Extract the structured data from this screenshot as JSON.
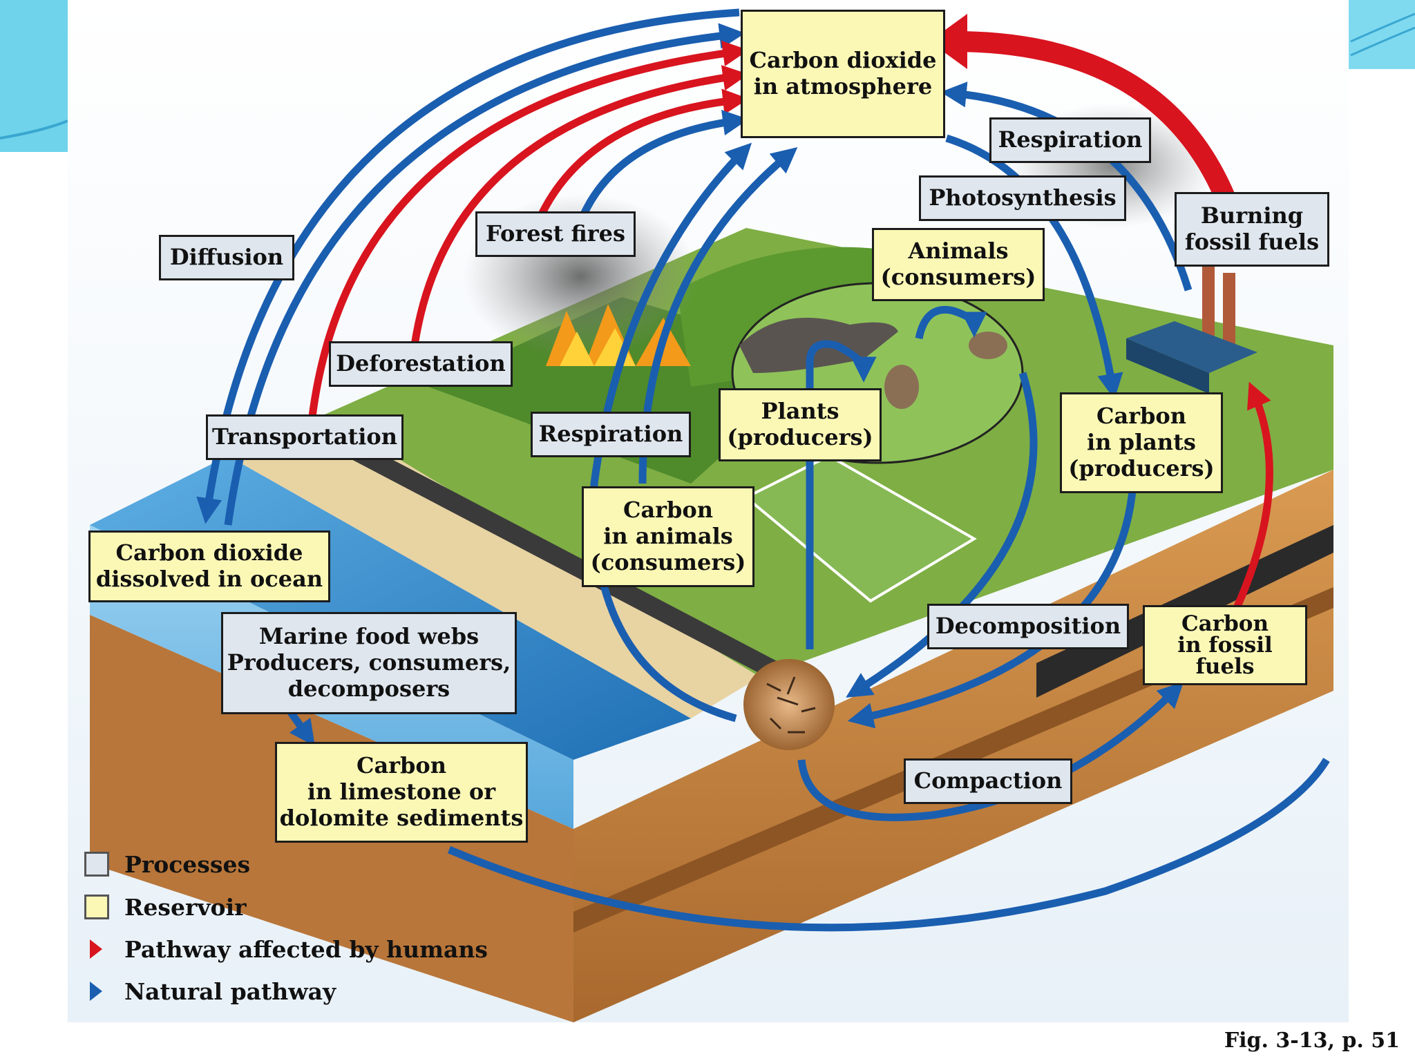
{
  "colors": {
    "process_fill": "#dfe6ee",
    "reservoir_fill": "#fbf8b6",
    "human_pathway": "#d8141f",
    "natural_pathway": "#1a5eb0",
    "ocean": "#2f86c8",
    "soil": "#c98a45",
    "grass": "#6ea33a"
  },
  "reservoirs": {
    "co2_atmosphere": "Carbon dioxide\nin atmosphere",
    "co2_ocean": "Carbon dioxide\ndissolved in ocean",
    "limestone": "Carbon\nin limestone or\ndolomite sediments",
    "animals_consumers": "Animals\n(consumers)",
    "plants_producers": "Plants\n(producers)",
    "carbon_animals": "Carbon\nin animals\n(consumers)",
    "carbon_plants": "Carbon\nin plants\n(producers)",
    "fossil_fuels": "Carbon\nin fossil\nfuels"
  },
  "processes": {
    "diffusion": "Diffusion",
    "forest_fires": "Forest fires",
    "deforestation": "Deforestation",
    "transportation": "Transportation",
    "respiration_top": "Respiration",
    "respiration_mid": "Respiration",
    "photosynthesis": "Photosynthesis",
    "burning_fossil": "Burning\nfossil fuels",
    "marine_food_webs": "Marine food webs\nProducers, consumers,\ndecomposers",
    "decomposition": "Decomposition",
    "compaction": "Compaction"
  },
  "legend": [
    {
      "label": "Processes",
      "kind": "swatch",
      "color": "#dfe6ee"
    },
    {
      "label": "Reservoir",
      "kind": "swatch",
      "color": "#fbf8b6"
    },
    {
      "label": "Pathway affected by humans",
      "kind": "arrow",
      "color": "#d8141f"
    },
    {
      "label": "Natural pathway",
      "kind": "arrow",
      "color": "#1a5eb0"
    }
  ],
  "caption": "Fig. 3-13, p. 51"
}
